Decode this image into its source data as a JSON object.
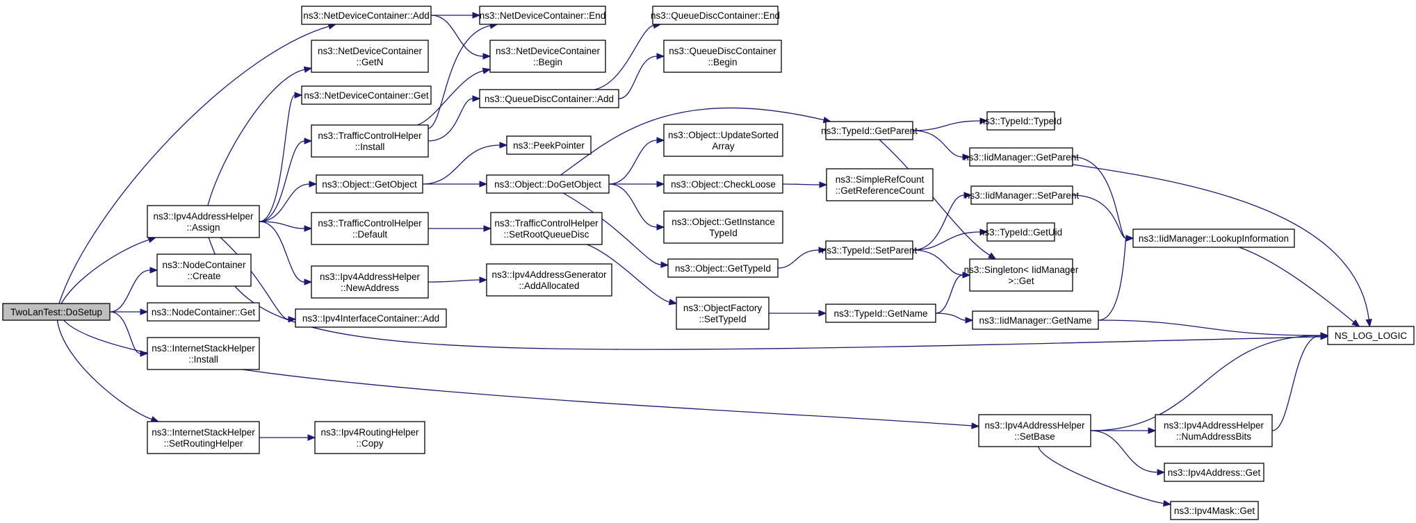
{
  "graph": {
    "edge_color": "#191970",
    "root_fill": "#bfbfbf",
    "nodes": [
      {
        "id": "root",
        "lines": [
          "TwoLanTest::DoSetup"
        ],
        "root": true
      },
      {
        "id": "ndc_add",
        "lines": [
          "ns3::NetDeviceContainer::Add"
        ]
      },
      {
        "id": "ndc_end",
        "lines": [
          "ns3::NetDeviceContainer::End"
        ]
      },
      {
        "id": "ndc_getn",
        "lines": [
          "ns3::NetDeviceContainer",
          "::GetN"
        ]
      },
      {
        "id": "ndc_begin",
        "lines": [
          "ns3::NetDeviceContainer",
          "::Begin"
        ]
      },
      {
        "id": "ndc_get",
        "lines": [
          "ns3::NetDeviceContainer::Get"
        ]
      },
      {
        "id": "qdc_end",
        "lines": [
          "ns3::QueueDiscContainer::End"
        ]
      },
      {
        "id": "qdc_begin",
        "lines": [
          "ns3::QueueDiscContainer",
          "::Begin"
        ]
      },
      {
        "id": "qdc_add",
        "lines": [
          "ns3::QueueDiscContainer::Add"
        ]
      },
      {
        "id": "tch_install",
        "lines": [
          "ns3::TrafficControlHelper",
          "::Install"
        ]
      },
      {
        "id": "peekpointer",
        "lines": [
          "ns3::PeekPointer"
        ]
      },
      {
        "id": "obj_updatesorted",
        "lines": [
          "ns3::Object::UpdateSorted",
          "Array"
        ]
      },
      {
        "id": "typeid_getparent",
        "lines": [
          "ns3::TypeId::GetParent"
        ]
      },
      {
        "id": "typeid_typeid",
        "lines": [
          "ns3::TypeId::TypeId"
        ]
      },
      {
        "id": "iid_getparent",
        "lines": [
          "ns3::IidManager::GetParent"
        ]
      },
      {
        "id": "obj_getobject",
        "lines": [
          "ns3::Object::GetObject"
        ]
      },
      {
        "id": "obj_dogetobject",
        "lines": [
          "ns3::Object::DoGetObject"
        ]
      },
      {
        "id": "obj_checkloose",
        "lines": [
          "ns3::Object::CheckLoose"
        ]
      },
      {
        "id": "simplerefcount",
        "lines": [
          "ns3::SimpleRefCount",
          "::GetReferenceCount"
        ]
      },
      {
        "id": "ipv4ah_assign",
        "lines": [
          "ns3::Ipv4AddressHelper",
          "::Assign"
        ]
      },
      {
        "id": "tch_default",
        "lines": [
          "ns3::TrafficControlHelper",
          "::Default"
        ]
      },
      {
        "id": "tch_setroot",
        "lines": [
          "ns3::TrafficControlHelper",
          "::SetRootQueueDisc"
        ]
      },
      {
        "id": "obj_getinstance",
        "lines": [
          "ns3::Object::GetInstance",
          "TypeId"
        ]
      },
      {
        "id": "iid_setparent",
        "lines": [
          "ns3::IidManager::SetParent"
        ]
      },
      {
        "id": "typeid_getuid",
        "lines": [
          "ns3::TypeId::GetUid"
        ]
      },
      {
        "id": "iid_lookup",
        "lines": [
          "ns3::IidManager::LookupInformation"
        ]
      },
      {
        "id": "nc_create",
        "lines": [
          "ns3::NodeContainer",
          "::Create"
        ]
      },
      {
        "id": "obj_gettypeid",
        "lines": [
          "ns3::Object::GetTypeId"
        ]
      },
      {
        "id": "typeid_setparent",
        "lines": [
          "ns3::TypeId::SetParent"
        ]
      },
      {
        "id": "singleton_get",
        "lines": [
          "ns3::Singleton< IidManager",
          ">::Get"
        ]
      },
      {
        "id": "ipv4ah_newaddress",
        "lines": [
          "ns3::Ipv4AddressHelper",
          "::NewAddress"
        ]
      },
      {
        "id": "ipv4ag_addallocated",
        "lines": [
          "ns3::Ipv4AddressGenerator",
          "::AddAllocated"
        ]
      },
      {
        "id": "objfactory_settypeid",
        "lines": [
          "ns3::ObjectFactory",
          "::SetTypeId"
        ]
      },
      {
        "id": "typeid_getname",
        "lines": [
          "ns3::TypeId::GetName"
        ]
      },
      {
        "id": "iid_getname",
        "lines": [
          "ns3::IidManager::GetName"
        ]
      },
      {
        "id": "nc_get",
        "lines": [
          "ns3::NodeContainer::Get"
        ]
      },
      {
        "id": "ipv4ic_add",
        "lines": [
          "ns3::Ipv4InterfaceContainer::Add"
        ]
      },
      {
        "id": "ns_log_logic",
        "lines": [
          "NS_LOG_LOGIC"
        ]
      },
      {
        "id": "ish_install",
        "lines": [
          "ns3::InternetStackHelper",
          "::Install"
        ]
      },
      {
        "id": "ipv4ah_setbase",
        "lines": [
          "ns3::Ipv4AddressHelper",
          "::SetBase"
        ]
      },
      {
        "id": "ipv4ah_numaddressbits",
        "lines": [
          "ns3::Ipv4AddressHelper",
          "::NumAddressBits"
        ]
      },
      {
        "id": "ish_setrouting",
        "lines": [
          "ns3::InternetStackHelper",
          "::SetRoutingHelper"
        ]
      },
      {
        "id": "ipv4rh_copy",
        "lines": [
          "ns3::Ipv4RoutingHelper",
          "::Copy"
        ]
      },
      {
        "id": "ipv4address_get",
        "lines": [
          "ns3::Ipv4Address::Get"
        ]
      },
      {
        "id": "ipv4mask_get",
        "lines": [
          "ns3::Ipv4Mask::Get"
        ]
      }
    ],
    "edges": [
      [
        "root",
        "ndc_add"
      ],
      [
        "root",
        "ipv4ah_assign"
      ],
      [
        "root",
        "nc_create"
      ],
      [
        "root",
        "nc_get"
      ],
      [
        "root",
        "ish_install"
      ],
      [
        "root",
        "ish_setrouting"
      ],
      [
        "root",
        "ipv4ah_setbase"
      ],
      [
        "ndc_add",
        "ndc_end"
      ],
      [
        "ndc_add",
        "ndc_begin"
      ],
      [
        "ipv4ah_assign",
        "ndc_getn"
      ],
      [
        "ipv4ah_assign",
        "ndc_get"
      ],
      [
        "ipv4ah_assign",
        "tch_install"
      ],
      [
        "ipv4ah_assign",
        "obj_getobject"
      ],
      [
        "ipv4ah_assign",
        "tch_default"
      ],
      [
        "ipv4ah_assign",
        "ipv4ah_newaddress"
      ],
      [
        "ipv4ah_assign",
        "ipv4ic_add"
      ],
      [
        "ipv4ah_assign",
        "ns_log_logic"
      ],
      [
        "tch_install",
        "ndc_end"
      ],
      [
        "tch_install",
        "ndc_begin"
      ],
      [
        "tch_install",
        "qdc_add"
      ],
      [
        "qdc_add",
        "qdc_end"
      ],
      [
        "qdc_add",
        "qdc_begin"
      ],
      [
        "obj_getobject",
        "peekpointer"
      ],
      [
        "obj_getobject",
        "obj_dogetobject"
      ],
      [
        "obj_dogetobject",
        "typeid_getparent"
      ],
      [
        "obj_dogetobject",
        "obj_updatesorted"
      ],
      [
        "obj_dogetobject",
        "obj_checkloose"
      ],
      [
        "obj_dogetobject",
        "obj_getinstance"
      ],
      [
        "obj_dogetobject",
        "obj_gettypeid"
      ],
      [
        "obj_checkloose",
        "simplerefcount"
      ],
      [
        "typeid_getparent",
        "typeid_typeid"
      ],
      [
        "typeid_getparent",
        "iid_getparent"
      ],
      [
        "typeid_getparent",
        "singleton_get"
      ],
      [
        "iid_getparent",
        "iid_lookup"
      ],
      [
        "iid_getparent",
        "ns_log_logic"
      ],
      [
        "tch_default",
        "tch_setroot"
      ],
      [
        "tch_setroot",
        "objfactory_settypeid"
      ],
      [
        "obj_gettypeid",
        "typeid_setparent"
      ],
      [
        "typeid_setparent",
        "iid_setparent"
      ],
      [
        "typeid_setparent",
        "typeid_getuid"
      ],
      [
        "typeid_setparent",
        "singleton_get"
      ],
      [
        "iid_setparent",
        "iid_lookup"
      ],
      [
        "iid_lookup",
        "ns_log_logic"
      ],
      [
        "ipv4ah_newaddress",
        "ipv4ag_addallocated"
      ],
      [
        "objfactory_settypeid",
        "typeid_getname"
      ],
      [
        "typeid_getname",
        "singleton_get"
      ],
      [
        "typeid_getname",
        "iid_getname"
      ],
      [
        "iid_getname",
        "iid_lookup"
      ],
      [
        "iid_getname",
        "ns_log_logic"
      ],
      [
        "ish_setrouting",
        "ipv4rh_copy"
      ],
      [
        "ipv4ah_setbase",
        "ns_log_logic"
      ],
      [
        "ipv4ah_setbase",
        "ipv4ah_numaddressbits"
      ],
      [
        "ipv4ah_setbase",
        "ipv4address_get"
      ],
      [
        "ipv4ah_setbase",
        "ipv4mask_get"
      ],
      [
        "ipv4ah_numaddressbits",
        "ns_log_logic"
      ]
    ]
  }
}
